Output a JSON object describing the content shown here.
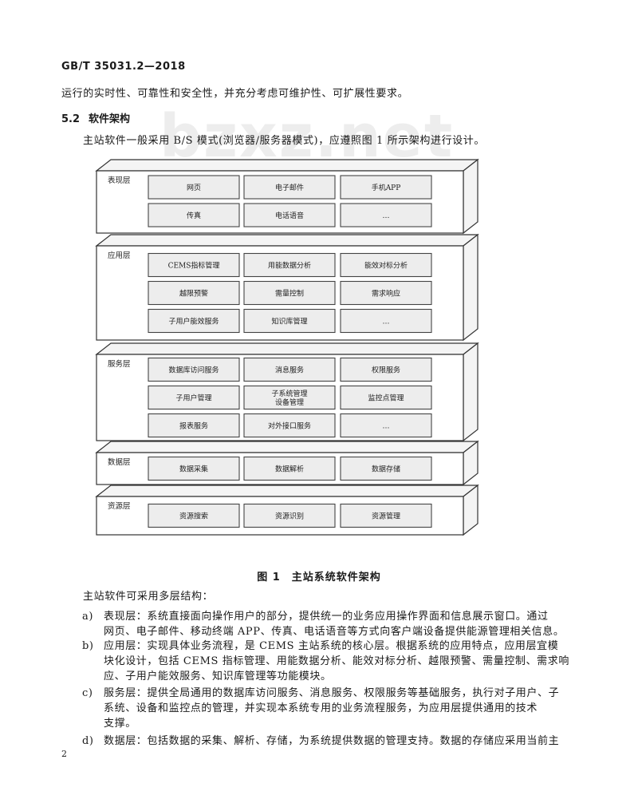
{
  "header": {
    "std_code": "GB/T 35031.2—2018"
  },
  "intro_line": "运行的实时性、可靠性和安全性，并充分考虑可维护性、可扩展性要求。",
  "section": {
    "number": "5.2",
    "title": "软件架构"
  },
  "section_para": "主站软件一般采用 B/S 模式(浏览器/服务器模式)，应遵照图 1 所示架构进行设计。",
  "watermark": "bzxz.net",
  "diagram": {
    "layers": [
      {
        "name": "表现层",
        "rows": [
          [
            "网页",
            "电子邮件",
            "手机APP"
          ],
          [
            "传真",
            "电话语音",
            "…"
          ]
        ]
      },
      {
        "name": "应用层",
        "rows": [
          [
            "CEMS指标管理",
            "用能数据分析",
            "能效对标分析"
          ],
          [
            "越限预警",
            "需量控制",
            "需求响应"
          ],
          [
            "子用户能效服务",
            "知识库管理",
            "…"
          ]
        ]
      },
      {
        "name": "服务层",
        "rows": [
          [
            "数据库访问服务",
            "消息服务",
            "权限服务"
          ],
          [
            "子用户管理",
            "子系统管理\n设备管理",
            "监控点管理"
          ],
          [
            "报表服务",
            "对外接口服务",
            "…"
          ]
        ]
      },
      {
        "name": "数据层",
        "rows": [
          [
            "数据采集",
            "数据解析",
            "数据存储"
          ]
        ]
      },
      {
        "name": "资源层",
        "rows": [
          [
            "资源搜索",
            "资源识别",
            "资源管理"
          ]
        ]
      }
    ]
  },
  "caption": "图 1　主站系统软件架构",
  "list_intro": "主站软件可采用多层结构：",
  "items": [
    {
      "marker": "a)",
      "lines": [
        "表现层：系统直接面向操作用户的部分，提供统一的业务应用操作界面和信息展示窗口。通过",
        "网页、电子邮件、移动终端 APP、传真、电话语音等方式向客户端设备提供能源管理相关信息。"
      ]
    },
    {
      "marker": "b)",
      "lines": [
        "应用层：实现具体业务流程，是 CEMS 主站系统的核心层。根据系统的应用特点，应用层宜模",
        "块化设计，包括 CEMS 指标管理、用能数据分析、能效对标分析、越限预警、需量控制、需求响",
        "应、子用户能效服务、知识库管理等功能模块。"
      ]
    },
    {
      "marker": "c)",
      "lines": [
        "服务层：提供全局通用的数据库访问服务、消息服务、权限服务等基础服务，执行对子用户、子",
        "系统、设备和监控点的管理，并实现本系统专用的业务流程服务，为应用层提供通用的技术",
        "支撑。"
      ]
    },
    {
      "marker": "d)",
      "lines": [
        "数据层：包括数据的采集、解析、存储，为系统提供数据的管理支持。数据的存储应采用当前主"
      ]
    }
  ],
  "page_number": "2"
}
